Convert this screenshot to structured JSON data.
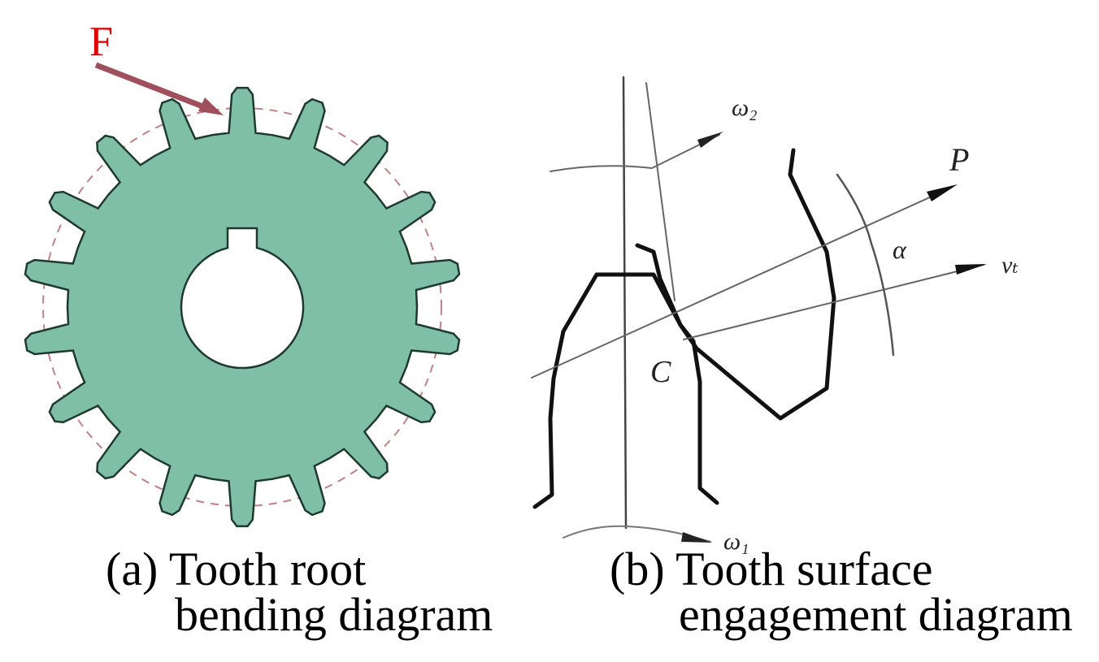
{
  "figure_a": {
    "force_label": "F",
    "tooth_count": 18,
    "caption_line1": "(a) Tooth root",
    "caption_line2": "bending diagram",
    "colors": {
      "gear_fill": "#7fbfa8",
      "force": "#e00000",
      "arrow": "#a0505c",
      "pitch_circle": "#c08088"
    }
  },
  "figure_b": {
    "omega2_label": "ω₂",
    "omega1_label": "ω₁",
    "p_label": "P",
    "alpha_label": "α",
    "vt_label": "vₜ",
    "c_label": "C",
    "caption_line1": "(b) Tooth surface",
    "caption_line2": "engagement diagram"
  }
}
